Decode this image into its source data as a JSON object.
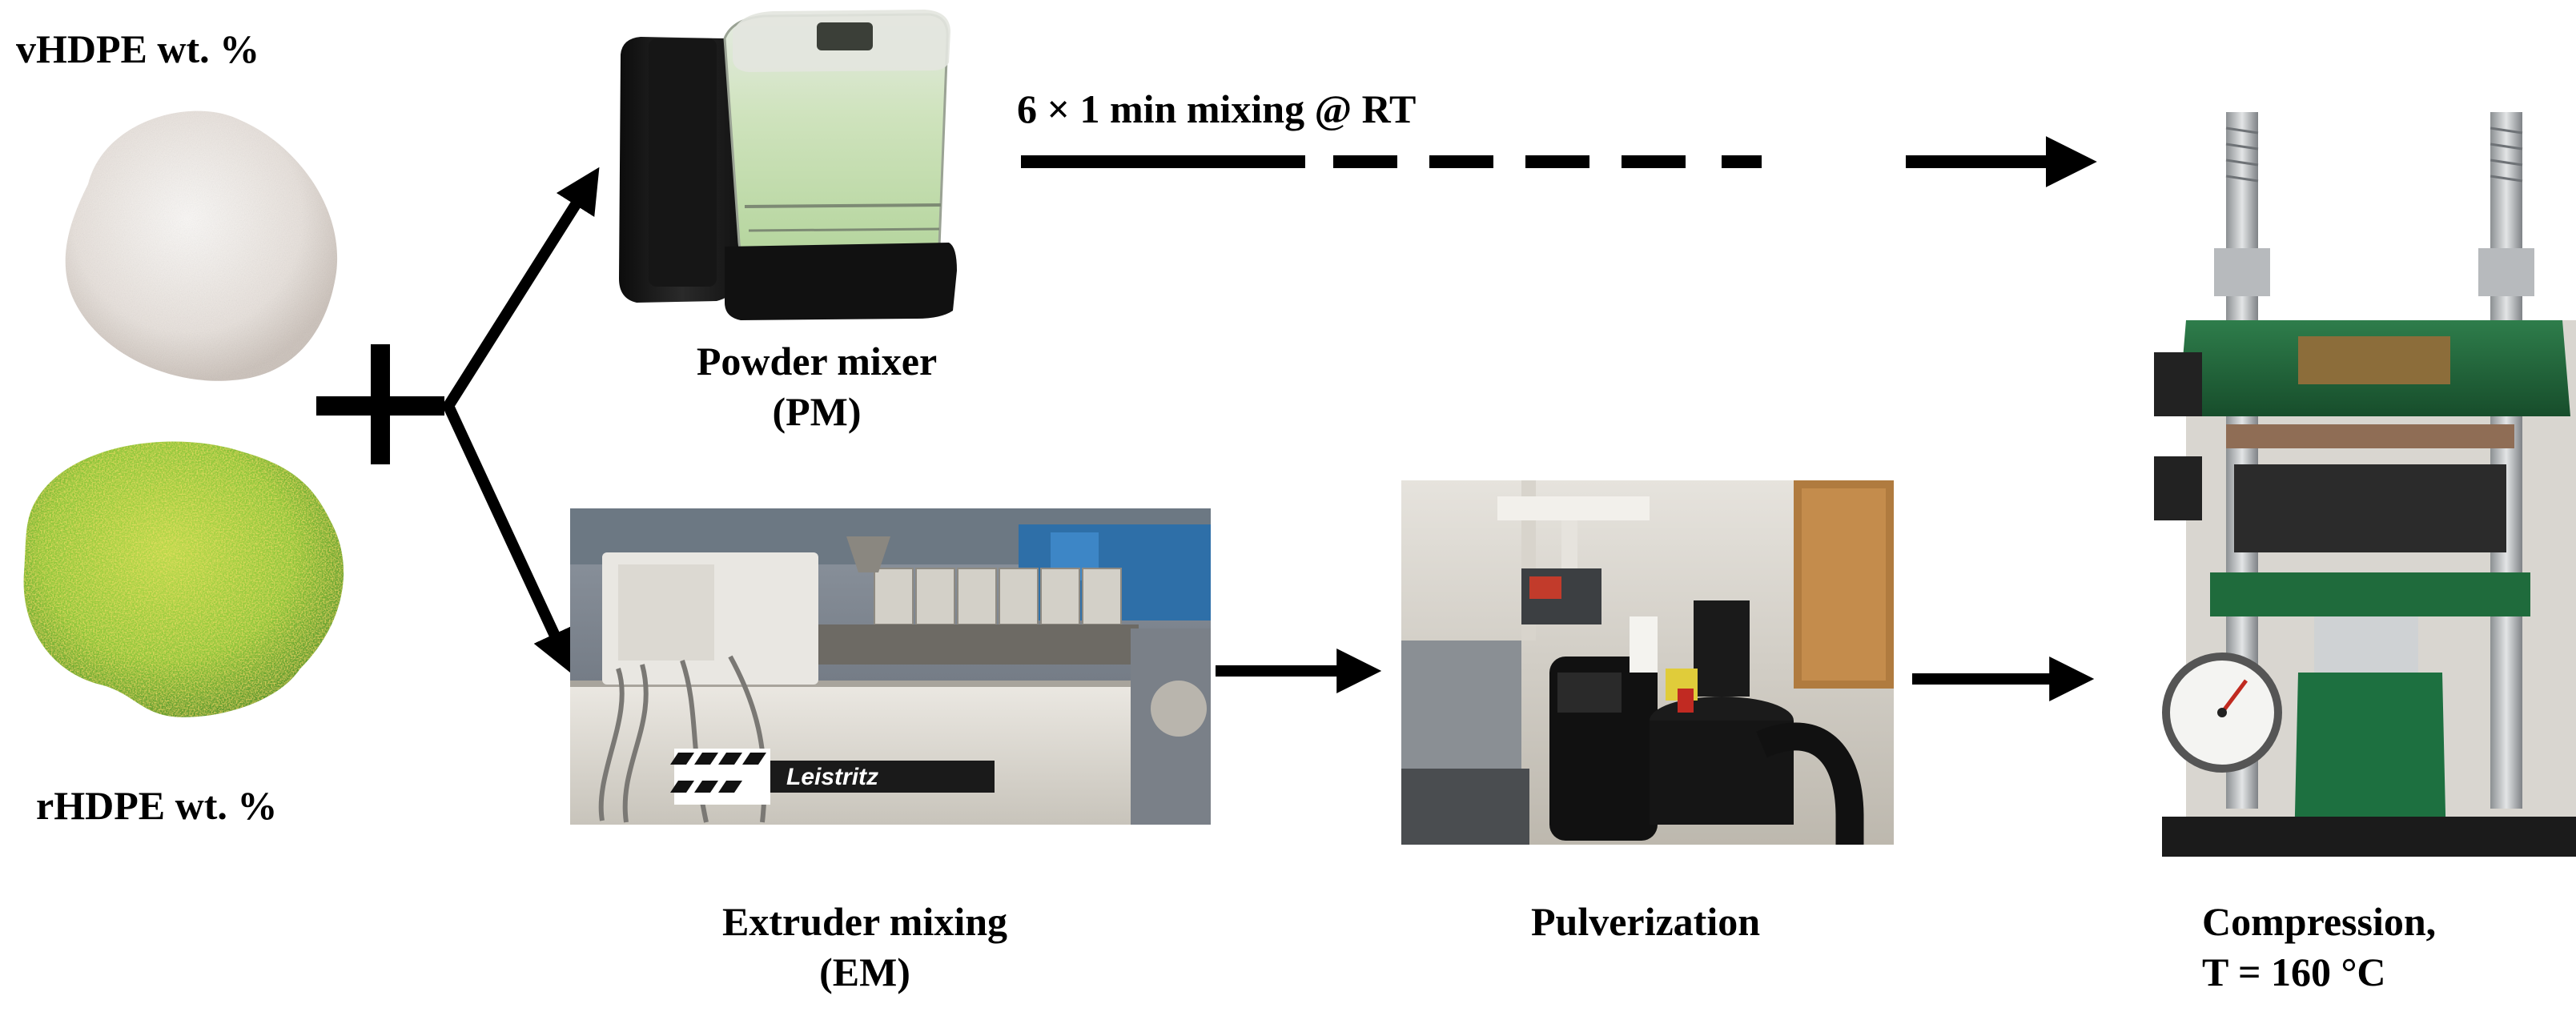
{
  "labels": {
    "vhdpe": "vHDPE wt. %",
    "rhdpe": "rHDPE wt. %",
    "powder_mixer": [
      "Powder mixer",
      "(PM)"
    ],
    "pm_process": "6 × 1 min mixing @ RT",
    "extruder_mixing": [
      "Extruder mixing",
      "(EM)"
    ],
    "extruder_brand": "Leistritz",
    "pulverization": "Pulverization",
    "compression": [
      "Compression,",
      "T = 160 °C"
    ]
  },
  "colors": {
    "arrow": "#000000",
    "vhdpe_powder": "#ece7e2",
    "rhdpe_powder": "#8cc63a",
    "mixer_body": "#1a1a1a",
    "mixer_bowl": "#c9dfb6",
    "press_frame": "#1f6b3c",
    "extruder_body": "#d8d6d0"
  },
  "icons": [
    "plus-sign",
    "arrow-right",
    "dashed-arrow",
    "forked-arrow"
  ]
}
